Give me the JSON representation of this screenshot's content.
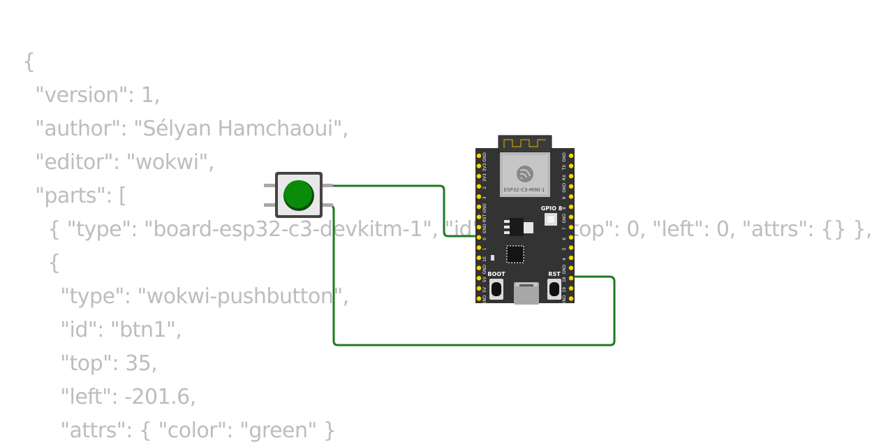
{
  "diagram_json": {
    "lines": [
      "{",
      "  \"version\": 1,",
      "  \"author\": \"Sélyan Hamchaoui\",",
      "  \"editor\": \"wokwi\",",
      "  \"parts\": [",
      "    { \"type\": \"board-esp32-c3-devkitm-1\", \"id\": \"esp\", \"top\": 0, \"left\": 0, \"attrs\": {} },",
      "    {",
      "      \"type\": \"wokwi-pushbutton\",",
      "      \"id\": \"btn1\",",
      "      \"top\": 35,",
      "      \"left\": -201.6,",
      "      \"attrs\": { \"color\": \"green\" }"
    ]
  },
  "board": {
    "module_label": "ESP32-C3-MINI-1",
    "led_label": "GPIO 8",
    "boot_label": "BOOT",
    "rst_label": "RST",
    "left_pins": [
      "GND",
      "3V3",
      "3V3",
      "2",
      "3",
      "GND",
      "RST",
      "GND",
      "0",
      "1",
      "10",
      "GND",
      "5V",
      "5V",
      "GND"
    ],
    "right_pins": [
      "GND",
      "TX",
      "RX",
      "GND",
      "9",
      "8",
      "GND",
      "7",
      "6",
      "5",
      "4",
      "GND",
      "18",
      "19",
      "GND"
    ]
  },
  "button": {
    "color": "green",
    "color_hex": "#0a8c0a"
  },
  "wire_color": "#1e7b1e"
}
